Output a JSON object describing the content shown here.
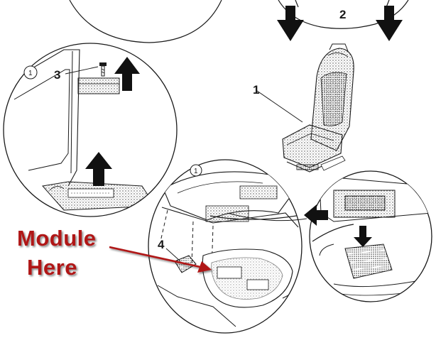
{
  "callouts": {
    "seat": "1",
    "arrows_group": "2",
    "screw": "3",
    "module": "4",
    "detail_a": "1",
    "detail_b": "1"
  },
  "annotation": {
    "line1": "Module",
    "line2": "Here",
    "color": "#b01818"
  },
  "colors": {
    "ink": "#1a1a1a",
    "paper": "#ffffff",
    "arrow_fill": "#111111"
  }
}
